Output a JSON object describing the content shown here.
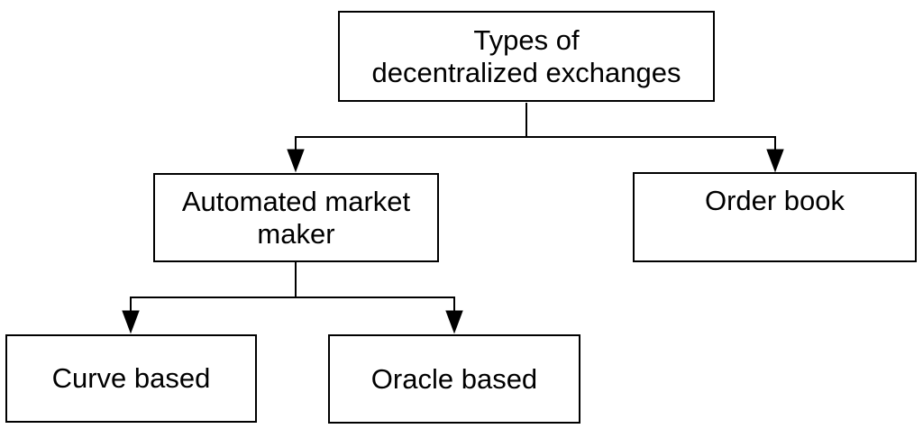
{
  "diagram": {
    "title": "Types of decentralized exchanges flowchart",
    "colors": {
      "background": "#ffffff",
      "box_fill": "#ffffff",
      "box_border": "#000000",
      "line": "#000000",
      "text": "#000000"
    },
    "nodes": {
      "root": {
        "label": "Types of\ndecentralized exchanges"
      },
      "amm": {
        "label": "Automated market\nmaker"
      },
      "order_book": {
        "label": "Order book"
      },
      "curve": {
        "label": "Curve based"
      },
      "oracle": {
        "label": "Oracle based"
      }
    },
    "edges": [
      {
        "from": "root",
        "to": "amm"
      },
      {
        "from": "root",
        "to": "order_book"
      },
      {
        "from": "amm",
        "to": "curve"
      },
      {
        "from": "amm",
        "to": "oracle"
      }
    ]
  }
}
